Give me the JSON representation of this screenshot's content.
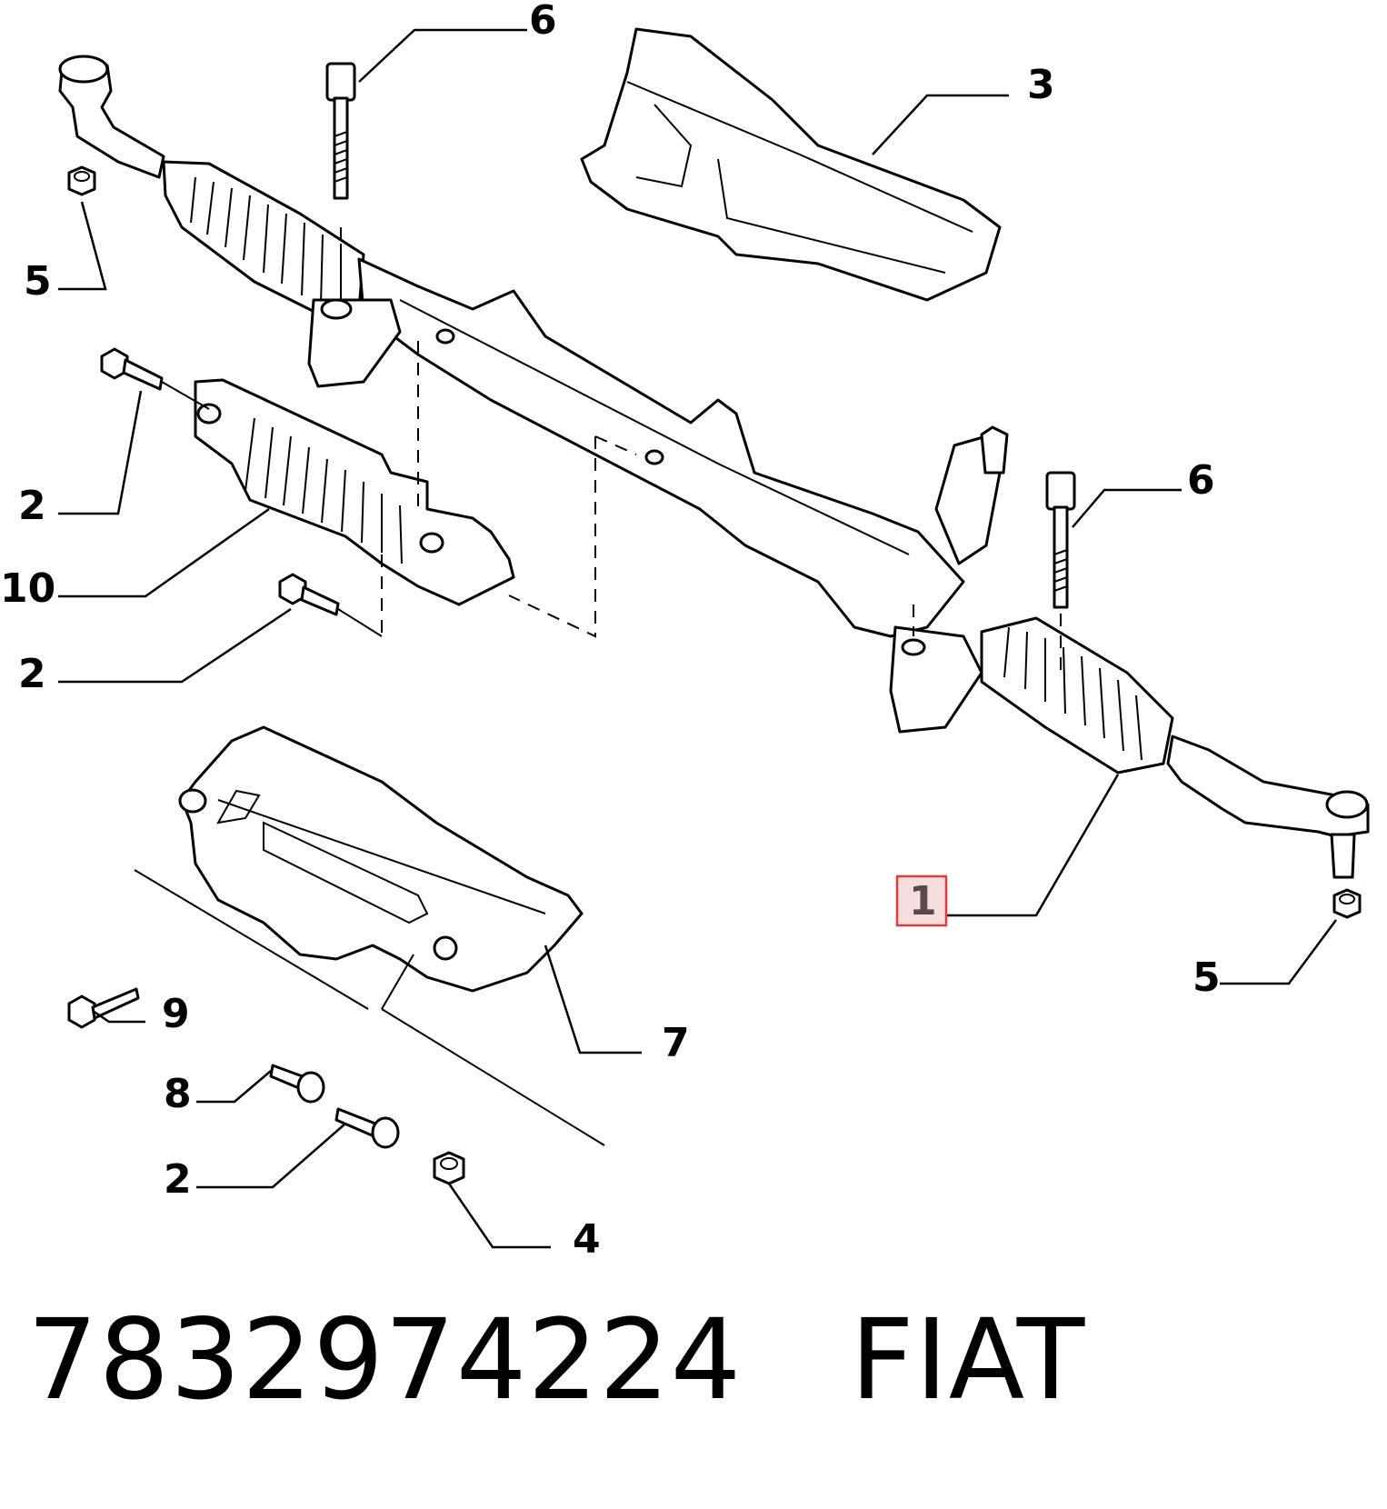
{
  "callouts": {
    "c6_top": "6",
    "c3": "3",
    "c5_left": "5",
    "c2_upper": "2",
    "c10": "10",
    "c2_mid": "2",
    "c6_right": "6",
    "c1": "1",
    "c5_right": "5",
    "c9": "9",
    "c7": "7",
    "c8": "8",
    "c2_lower": "2",
    "c4": "4"
  },
  "footer": {
    "part_number": "7832974224",
    "brand": "FIAT"
  },
  "colors": {
    "highlight_fill": "#f7dede",
    "highlight_border": "#e03a3a"
  }
}
